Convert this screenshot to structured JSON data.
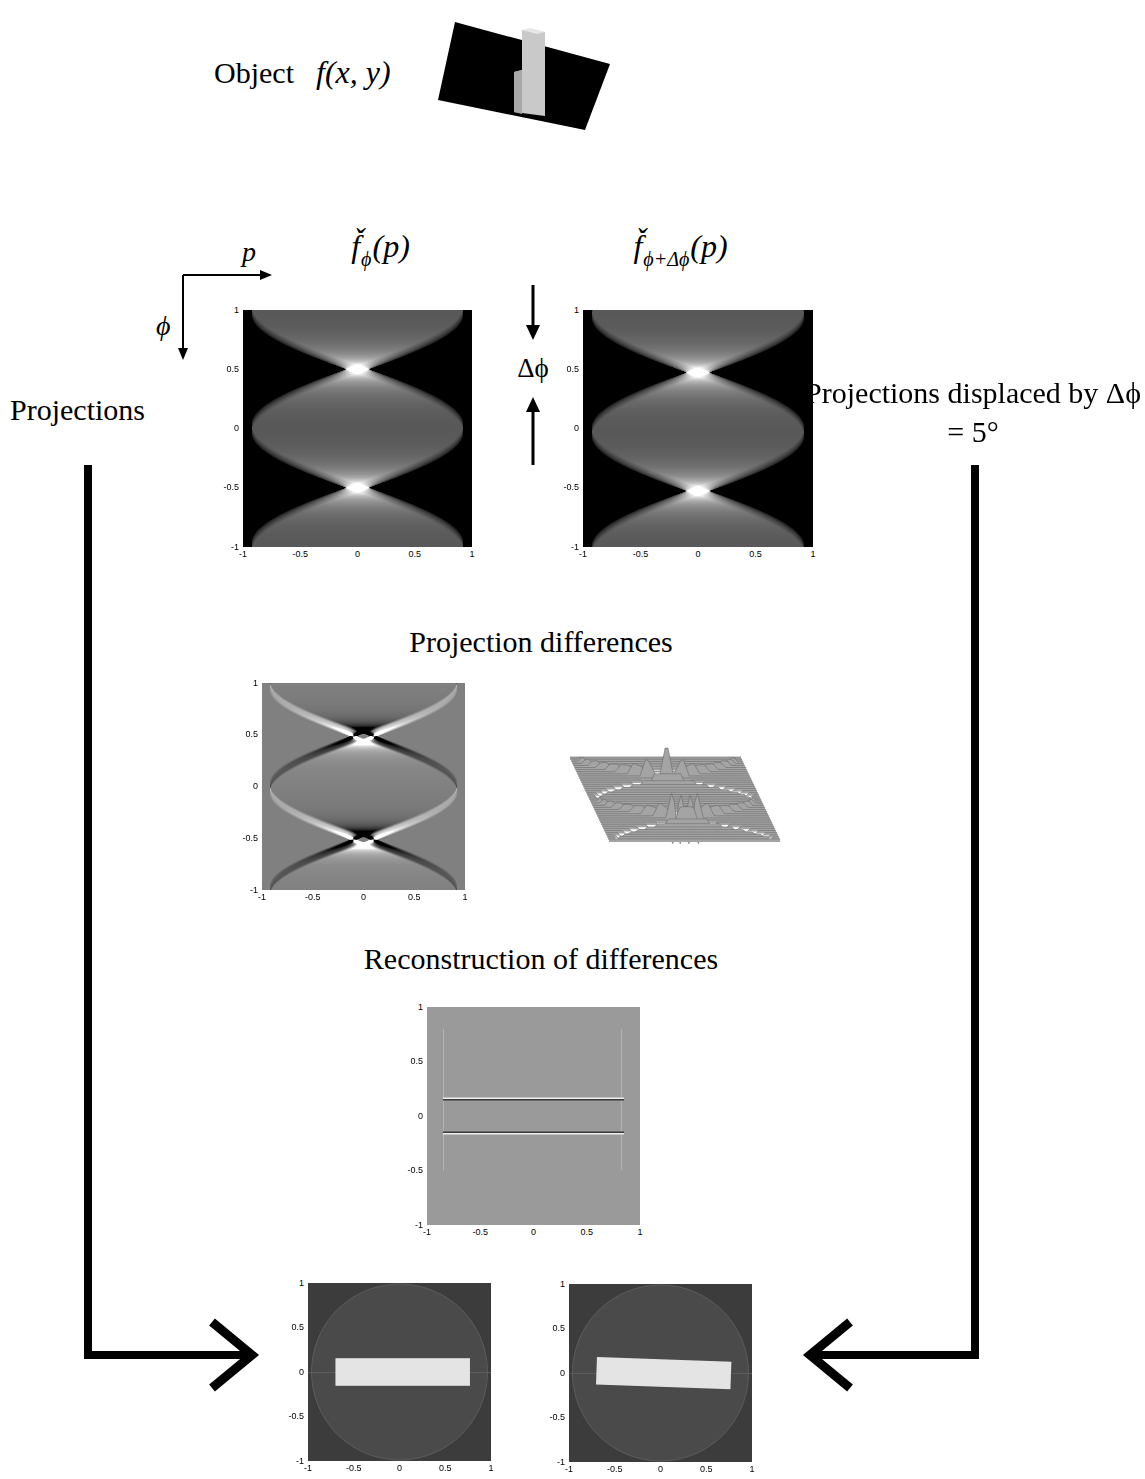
{
  "diagram": {
    "labels": [
      "Object",
      "f(x, y)",
      "p",
      "ϕ",
      "f̌",
      "ϕ",
      "(p)",
      "f̌",
      "ϕ+Δϕ",
      "(p)",
      "Δϕ",
      "Projections",
      "Projections displaced by Δϕ = 5°",
      "Projection differences",
      "Reconstruction of differences",
      "1",
      "0.5",
      "0",
      "-0.5",
      "-1",
      "-1",
      "-0.5",
      "0",
      "0.5",
      "1",
      "1",
      "0.5",
      "0",
      "-0.5",
      "-1",
      "-1",
      "-0.5",
      "0",
      "0.5",
      "1",
      "1",
      "0.5",
      "0",
      "-0.5",
      "-1",
      "-1",
      "-0.5",
      "0",
      "0.5",
      "1",
      "1",
      "0.5",
      "0",
      "-0.5",
      "-1",
      "-1",
      "-0.5",
      "0",
      "0.5",
      "1",
      "1",
      "0.5",
      "0",
      "-0.5",
      "-1",
      "-1",
      "-0.5",
      "0",
      "0.5",
      "1",
      "1",
      "0.5",
      "0",
      "-0.5",
      "-1",
      "-1",
      "-0.5",
      "0",
      "0.5",
      "1"
    ]
  }
}
